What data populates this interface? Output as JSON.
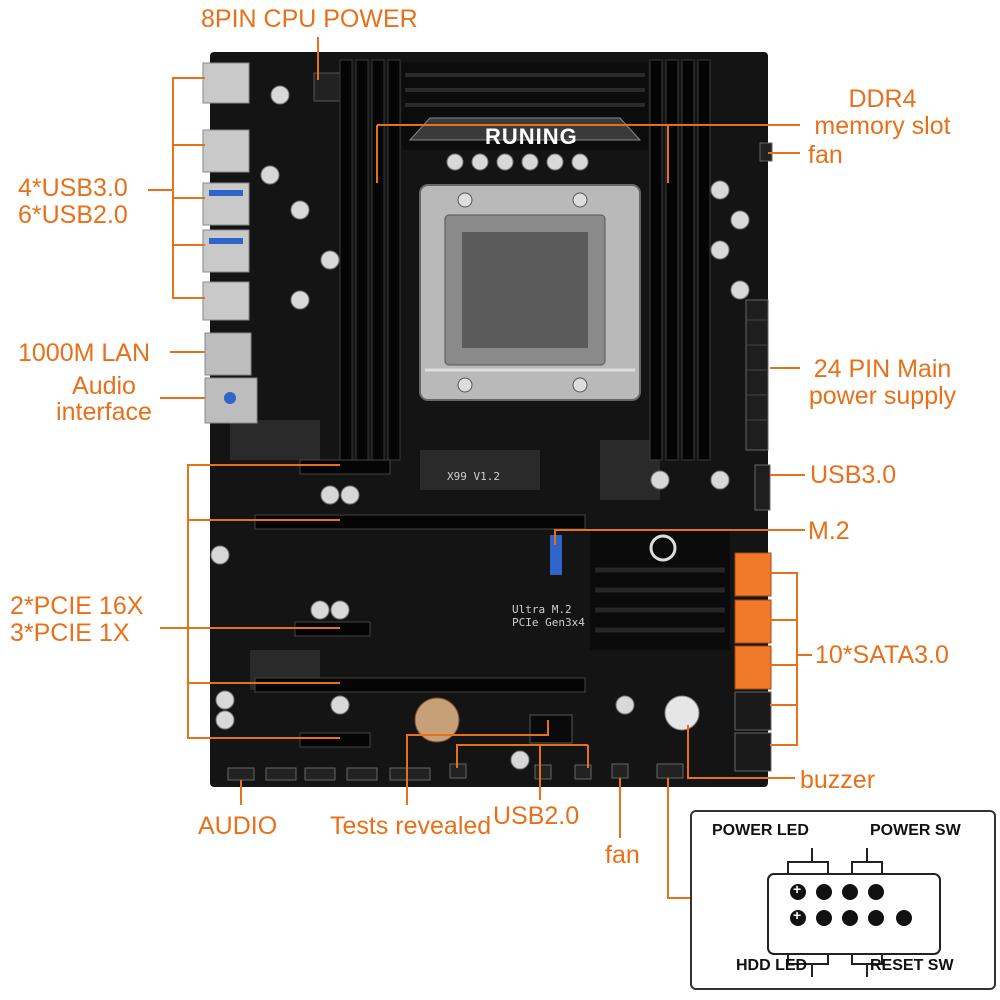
{
  "labels": {
    "cpu_power": "8PIN CPU POWER",
    "ddr4_line1": "DDR4",
    "ddr4_line2": "memory slot",
    "fan_top": "fan",
    "usb_rear_line1": "4*USB3.0",
    "usb_rear_line2": "6*USB2.0",
    "lan": "1000M LAN",
    "audio_if_line1": "Audio",
    "audio_if_line2": "interface",
    "main_power_line1": "24 PIN Main",
    "main_power_line2": "power supply",
    "usb30_header": "USB3.0",
    "m2": "M.2",
    "pcie_line1": "2*PCIE 16X",
    "pcie_line2": "3*PCIE 1X",
    "sata": "10*SATA3.0",
    "buzzer": "buzzer",
    "audio_header": "AUDIO",
    "tests_revealed": "Tests revealed",
    "usb20": "USB2.0",
    "fan_bottom": "fan"
  },
  "board": {
    "brand": "RUNING",
    "model": "X99 V1.2",
    "m2_line1": "Ultra M.2",
    "m2_line2": "PCIe Gen3x4"
  },
  "pin_panel": {
    "power_led": "POWER LED",
    "power_sw": "POWER SW",
    "hdd_led": "HDD LED",
    "reset_sw": "RESET SW",
    "plus_symbol": "+"
  },
  "colors": {
    "accent": "#e8701a",
    "board": "#141414",
    "sata": "#f07a2a",
    "socket": "#b9b9b9"
  }
}
